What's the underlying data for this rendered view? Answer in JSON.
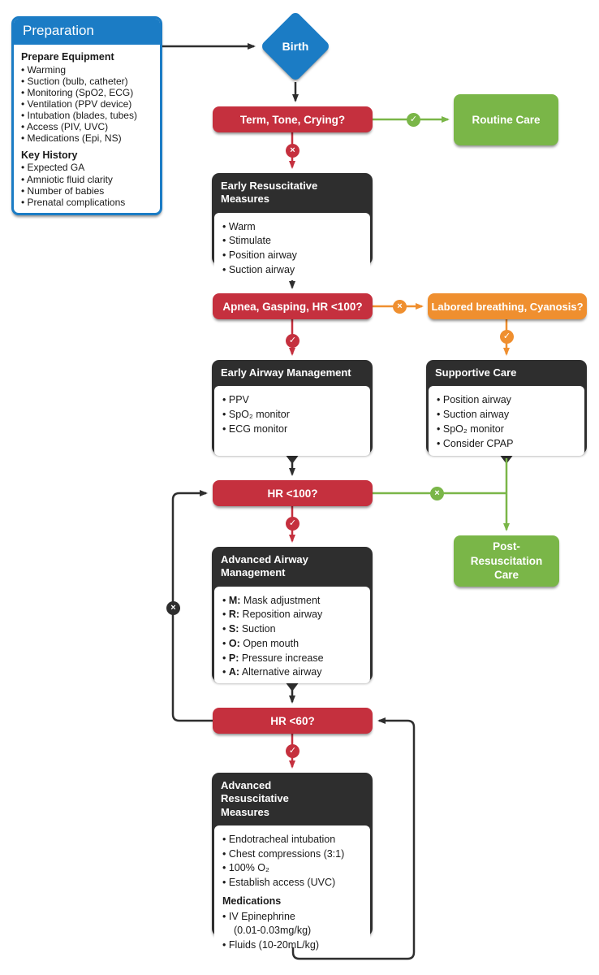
{
  "palette": {
    "blue": "#1b7cc5",
    "red": "#c5303e",
    "green": "#7ab648",
    "orange": "#ef8f2f",
    "dark": "#2e2e2e"
  },
  "glyphs": {
    "yes": "✓",
    "no": "×"
  },
  "preparation": {
    "title": "Preparation",
    "sections": [
      {
        "heading": "Prepare Equipment",
        "items": [
          "Warming",
          "Suction (bulb, catheter)",
          "Monitoring (SpO2, ECG)",
          "Ventilation (PPV device)",
          "Intubation (blades, tubes)",
          "Access (PIV, UVC)",
          "Medications (Epi, NS)"
        ]
      },
      {
        "heading": "Key History",
        "items": [
          "Expected GA",
          "Amniotic fluid clarity",
          "Number of babies",
          "Prenatal complications"
        ]
      }
    ]
  },
  "nodes": {
    "birth": {
      "label": "Birth"
    },
    "term": {
      "label": "Term, Tone, Crying?"
    },
    "routine": {
      "label": "Routine Care"
    },
    "early_resus": {
      "title": "Early Resuscitative Measures",
      "items": [
        "Warm",
        "Stimulate",
        "Position airway",
        "Suction airway"
      ]
    },
    "apnea": {
      "label": "Apnea, Gasping, HR <100?"
    },
    "labored": {
      "label": "Labored breathing, Cyanosis?"
    },
    "early_airway": {
      "title": "Early Airway Management",
      "items": [
        "PPV",
        "SpO₂ monitor",
        "ECG monitor"
      ]
    },
    "supportive": {
      "title": "Supportive Care",
      "items": [
        "Position airway",
        "Suction airway",
        "SpO₂ monitor",
        "Consider CPAP"
      ]
    },
    "hr100": {
      "label": "HR <100?"
    },
    "post_resus": {
      "label": "Post-Resuscitation Care"
    },
    "adv_airway": {
      "title": "Advanced Airway Management",
      "items": [
        {
          "b": "M:",
          "t": "Mask adjustment"
        },
        {
          "b": "R:",
          "t": "Reposition airway"
        },
        {
          "b": "S:",
          "t": "Suction"
        },
        {
          "b": "O:",
          "t": "Open mouth"
        },
        {
          "b": "P:",
          "t": "Pressure increase"
        },
        {
          "b": "A:",
          "t": "Alternative airway"
        }
      ]
    },
    "hr60": {
      "label": "HR <60?"
    },
    "adv_resus": {
      "title": "Advanced Resuscitative Measures",
      "items": [
        "Endotracheal intubation",
        "Chest compressions (3:1)",
        "100% O₂",
        "Establish access (UVC)"
      ],
      "subheading": "Medications",
      "med_items": [
        "IV Epinephrine\n(0.01-0.03mg/kg)",
        "Fluids (10-20mL/kg)"
      ]
    }
  }
}
